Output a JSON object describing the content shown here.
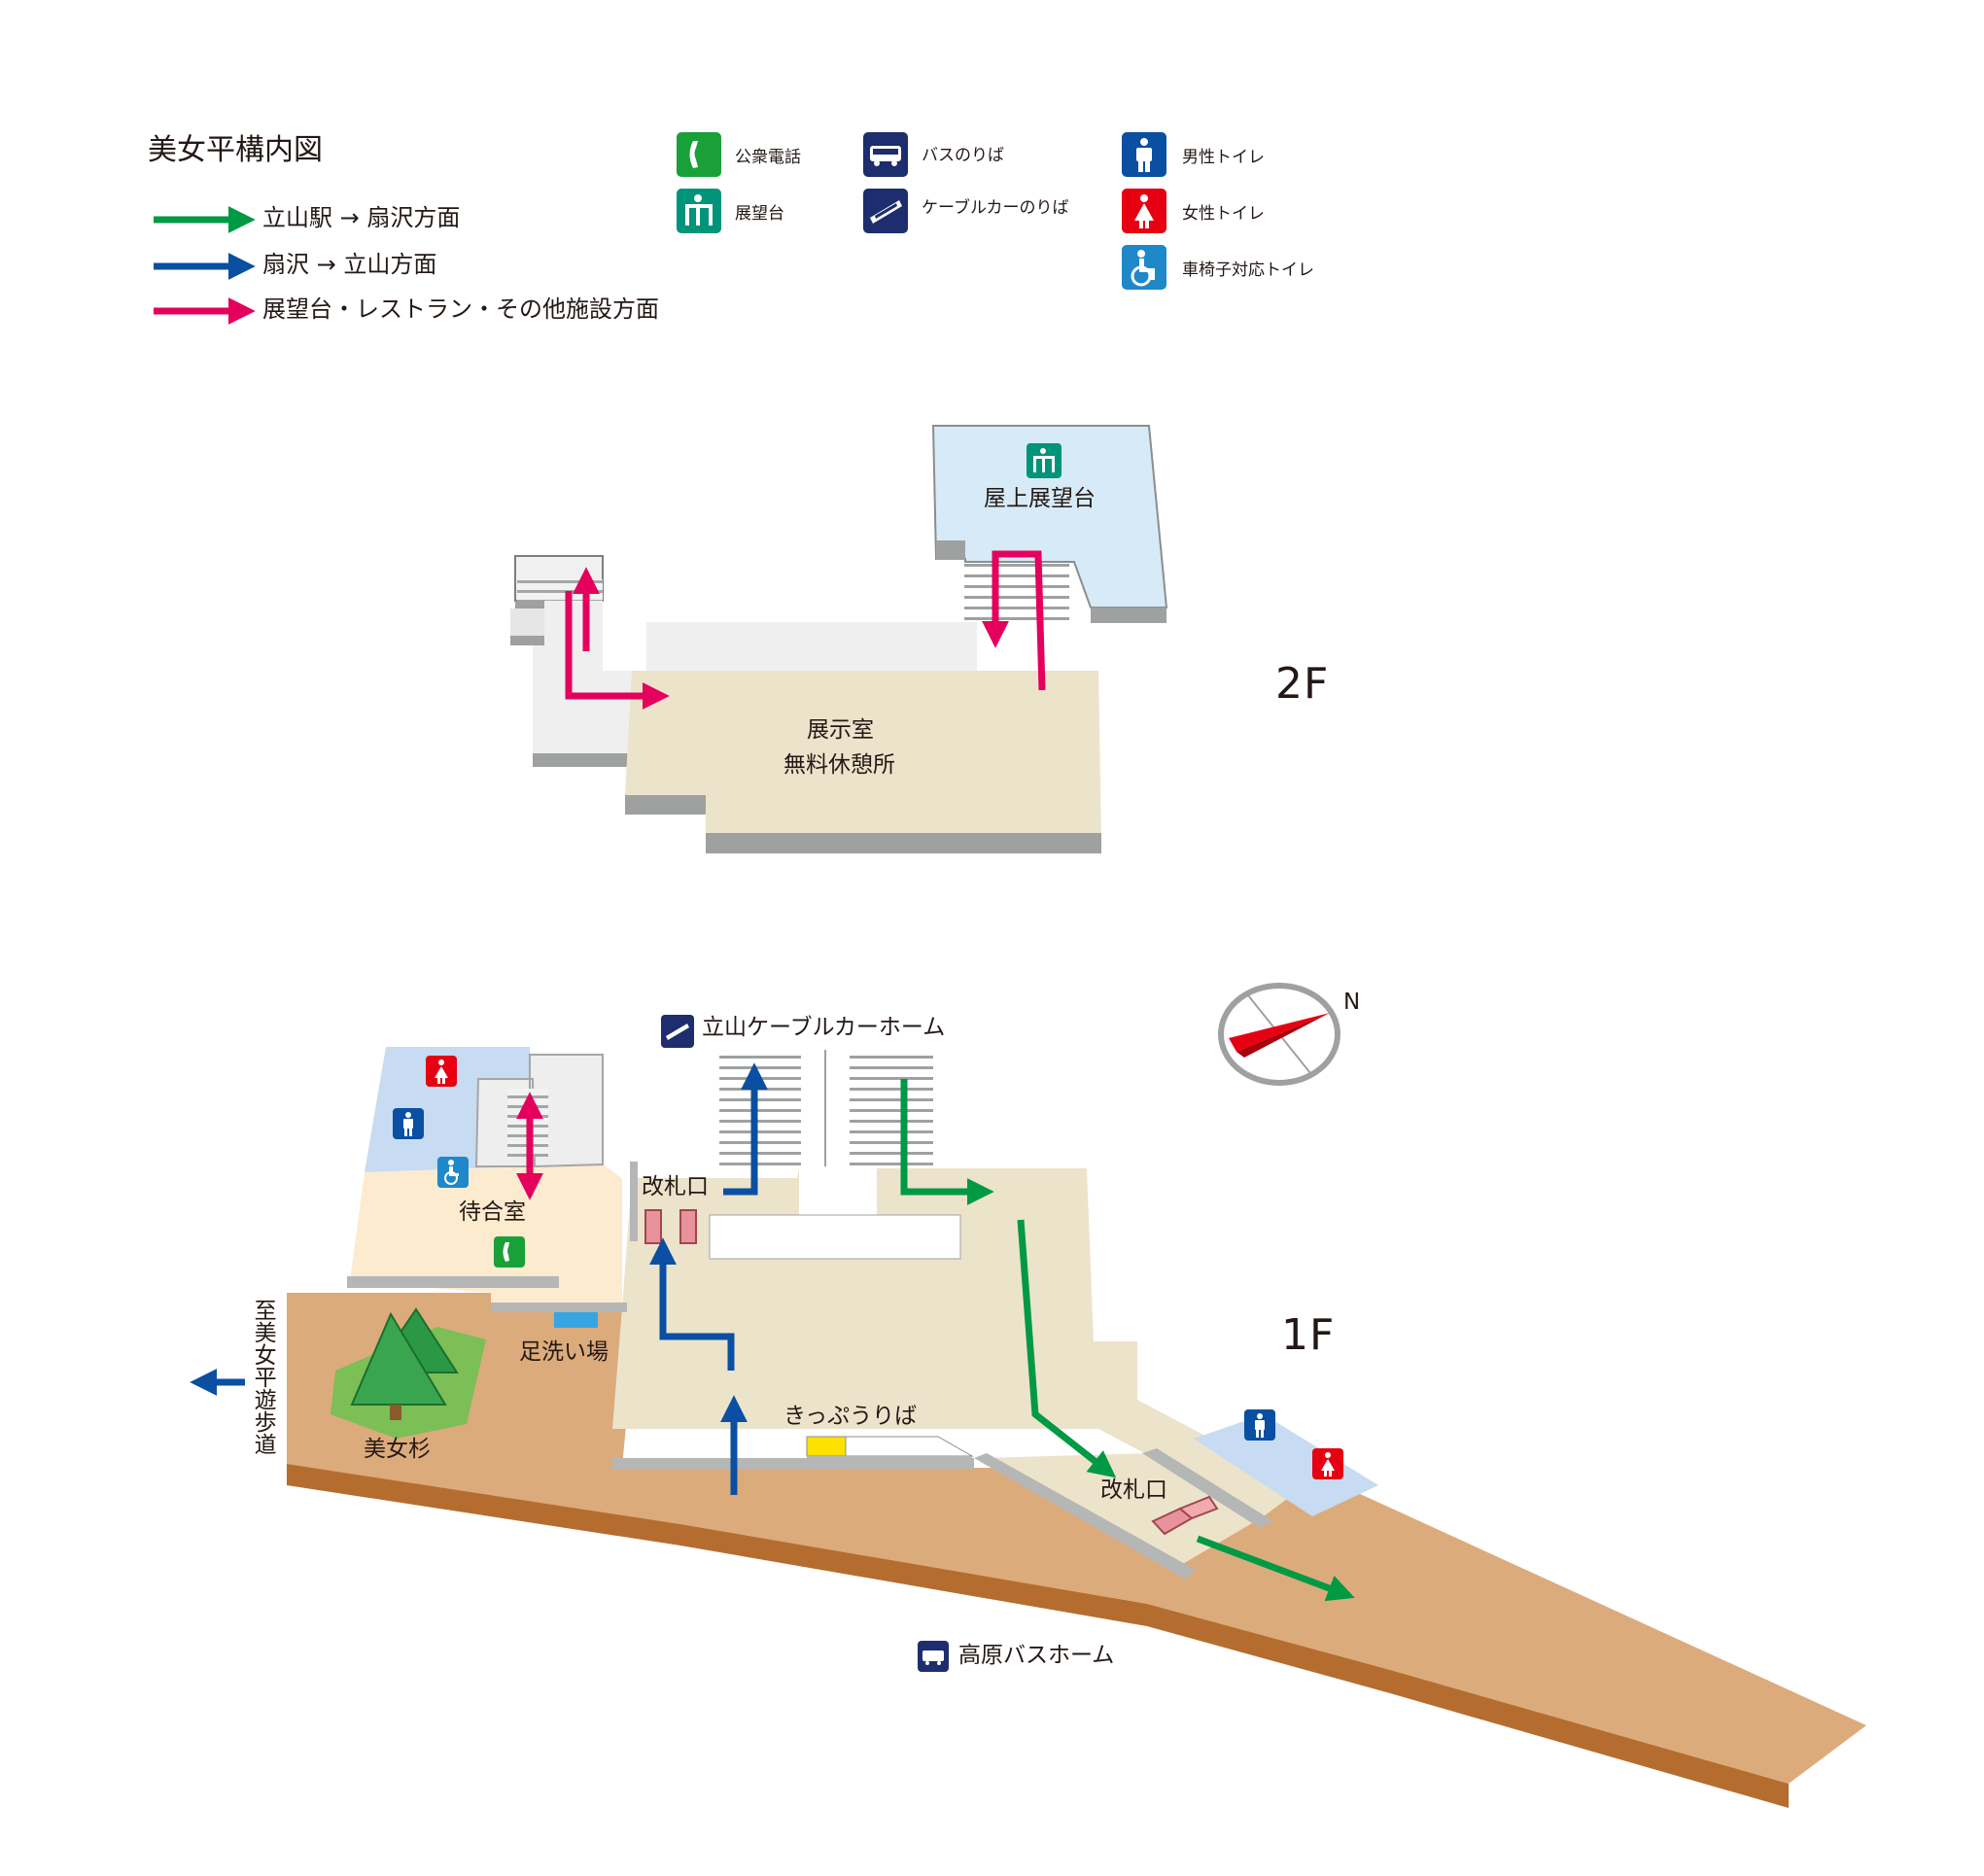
{
  "title": "美女平構内図",
  "legend": {
    "routes": [
      {
        "label": "立山駅 → 扇沢方面",
        "color": "#009944"
      },
      {
        "label": "扇沢 → 立山方面",
        "color": "#0a4fa2"
      },
      {
        "label": "展望台・レストラン・その他施設方面",
        "color": "#e4005c"
      }
    ],
    "icons": [
      {
        "icon": "phone-icon",
        "label": "公衆電話",
        "color": "#1aa038"
      },
      {
        "icon": "observation-deck-icon",
        "label": "展望台",
        "color": "#00947a"
      },
      {
        "icon": "bus-icon",
        "label": "バスのりば",
        "color": "#1d2d6e"
      },
      {
        "icon": "cable-car-icon",
        "label": "ケーブルカーのりば",
        "color": "#1d2d6e"
      },
      {
        "icon": "mens-toilet-icon",
        "label": "男性トイレ",
        "color": "#0a4fa2"
      },
      {
        "icon": "womens-toilet-icon",
        "label": "女性トイレ",
        "color": "#e60012"
      },
      {
        "icon": "wheelchair-toilet-icon",
        "label": "車椅子対応トイレ",
        "color": "#1e88c8"
      }
    ]
  },
  "floors": {
    "f2": {
      "floor_label": "2F",
      "rooftop_deck": "屋上展望台",
      "exhibit_room": "展示室",
      "rest_area": "無料休憩所"
    },
    "f1": {
      "floor_label": "1F",
      "cable_car_home": "立山ケーブルカーホーム",
      "ticket_gate_top": "改札口",
      "waiting_room": "待合室",
      "foot_bath": "足洗い場",
      "ticket_office": "きっぷうりば",
      "tree": "美女杉",
      "walkway": "至美女平遊歩道",
      "ticket_gate_bottom": "改札口",
      "bus_home": "高原バスホーム",
      "compass": "N"
    }
  }
}
